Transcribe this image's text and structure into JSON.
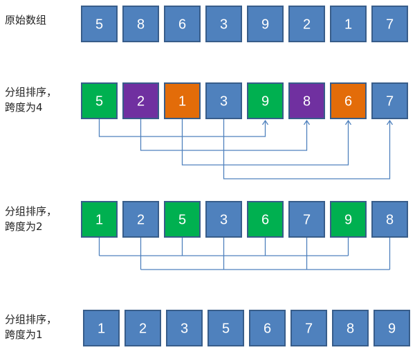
{
  "colors": {
    "blue": "#4F81BD",
    "green": "#00B050",
    "purple": "#7030A0",
    "orange": "#E36C09",
    "border": "#385D8A",
    "line": "#4F81BD"
  },
  "rows": [
    {
      "label": [
        "原始数组"
      ],
      "values": [
        5,
        8,
        6,
        3,
        9,
        2,
        1,
        7
      ],
      "fills": [
        "blue",
        "blue",
        "blue",
        "blue",
        "blue",
        "blue",
        "blue",
        "blue"
      ],
      "gap": 0
    },
    {
      "label": [
        "分组排序，",
        "跨度为4"
      ],
      "values": [
        5,
        2,
        1,
        3,
        9,
        8,
        6,
        7
      ],
      "fills": [
        "green",
        "purple",
        "orange",
        "blue",
        "green",
        "purple",
        "orange",
        "blue"
      ],
      "gap": 4
    },
    {
      "label": [
        "分组排序，",
        "跨度为2"
      ],
      "values": [
        1,
        2,
        5,
        3,
        6,
        7,
        9,
        8
      ],
      "fills": [
        "green",
        "blue",
        "green",
        "blue",
        "green",
        "blue",
        "green",
        "blue"
      ],
      "gap": 2
    },
    {
      "label": [
        "分组排序，",
        "跨度为1"
      ],
      "values": [
        1,
        2,
        3,
        5,
        6,
        7,
        8,
        9
      ],
      "fills": [
        "blue",
        "blue",
        "blue",
        "blue",
        "blue",
        "blue",
        "blue",
        "blue"
      ],
      "gap": 1
    }
  ]
}
